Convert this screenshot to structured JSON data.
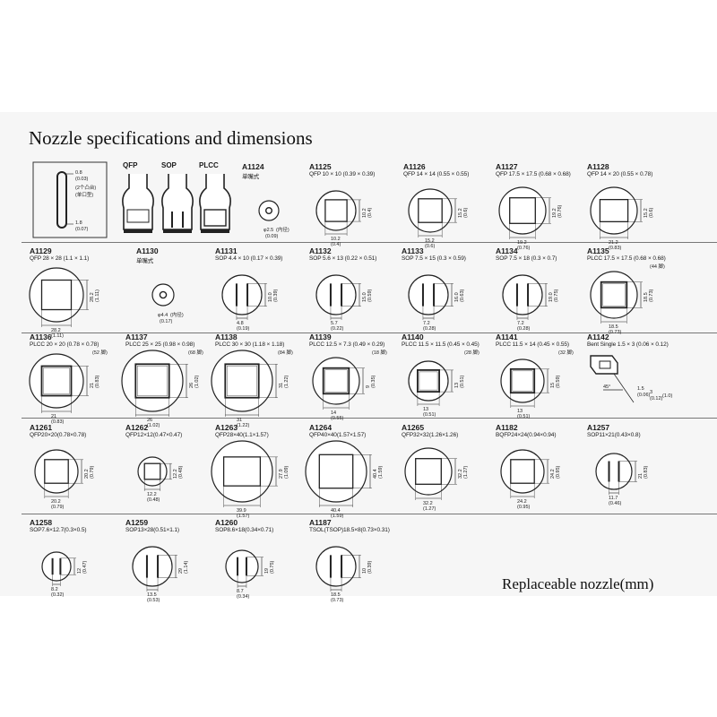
{
  "page": {
    "title": "Nozzle specifications and dimensions",
    "footer": "Replaceable nozzle(mm)"
  },
  "legend": {
    "box_lines": [
      "0.8",
      "(0.03)",
      "(2个凸台)",
      "(单口型)",
      "1.8",
      "(0.07)"
    ],
    "types": [
      "QFP",
      "SOP",
      "PLCC"
    ]
  },
  "nozzles": [
    {
      "code": "A1124",
      "spec": "单嘴式",
      "shape": "round",
      "dims": [
        "φ2.5",
        "(内径)",
        "(0.09)"
      ]
    },
    {
      "code": "A1125",
      "spec": "QFP 10 × 10 (0.39 × 0.39)",
      "shape": "square",
      "dims": [
        "10.2",
        "(0.4)",
        "10.2",
        "(0.4)"
      ]
    },
    {
      "code": "A1126",
      "spec": "QFP 14 × 14 (0.55 × 0.55)",
      "shape": "square",
      "dims": [
        "15.2",
        "(0.6)",
        "15.2",
        "(0.6)"
      ]
    },
    {
      "code": "A1127",
      "spec": "QFP 17.5 × 17.5 (0.68 × 0.68)",
      "shape": "square",
      "dims": [
        "19.2",
        "(0.76)",
        "19.2",
        "(0.76)"
      ]
    },
    {
      "code": "A1128",
      "spec": "QFP 14 × 20 (0.55 × 0.78)",
      "shape": "rect",
      "dims": [
        "21.2",
        "(0.83)",
        "15.2",
        "(0.6)"
      ]
    },
    {
      "code": "A1129",
      "spec": "QFP 28 × 28 (1.1 × 1.1)",
      "shape": "square",
      "dims": [
        "28.2",
        "(1.11)",
        "28.2",
        "(1.11)"
      ]
    },
    {
      "code": "A1130",
      "spec": "单嘴式",
      "shape": "round",
      "dims": [
        "φ4.4",
        "(内径)",
        "(0.17)"
      ]
    },
    {
      "code": "A1131",
      "spec": "SOP 4.4 × 10 (0.17 × 0.39)",
      "shape": "sop",
      "dims": [
        "4.8",
        "(0.19)",
        "10.0",
        "(0.39)"
      ]
    },
    {
      "code": "A1132",
      "spec": "SOP 5.6 × 13 (0.22 × 0.51)",
      "shape": "sop",
      "dims": [
        "5.7",
        "(0.22)",
        "15.0",
        "(0.59)"
      ]
    },
    {
      "code": "A1133",
      "spec": "SOP 7.5 × 15 (0.3 × 0.59)",
      "shape": "sop",
      "dims": [
        "7.2",
        "(0.28)",
        "16.0",
        "(0.63)"
      ]
    },
    {
      "code": "A1134",
      "spec": "SOP 7.5 × 18 (0.3 × 0.7)",
      "shape": "sop",
      "dims": [
        "7.2",
        "(0.28)",
        "19.0",
        "(0.75)"
      ]
    },
    {
      "code": "A1135",
      "spec": "PLCC 17.5 × 17.5 (0.68 × 0.68)",
      "spec2": "(44 脚)",
      "shape": "plcc",
      "dims": [
        "18.5",
        "(0.73)",
        "18.5",
        "(0.73)"
      ]
    },
    {
      "code": "A1136",
      "spec": "PLCC 20 × 20 (0.78 × 0.78)",
      "spec2": "(52 脚)",
      "shape": "plcc",
      "dims": [
        "21",
        "(0.83)",
        "21",
        "(0.83)"
      ]
    },
    {
      "code": "A1137",
      "spec": "PLCC 25 × 25 (0.98 × 0.98)",
      "spec2": "(68 脚)",
      "shape": "plcc",
      "dims": [
        "26",
        "(1.02)",
        "26",
        "(1.02)"
      ]
    },
    {
      "code": "A1138",
      "spec": "PLCC 30 × 30 (1.18 × 1.18)",
      "spec2": "(84 脚)",
      "shape": "plcc",
      "dims": [
        "31",
        "(1.22)",
        "31",
        "(1.22)"
      ]
    },
    {
      "code": "A1139",
      "spec": "PLCC 12.5 × 7.3 (0.49 × 0.29)",
      "spec2": "(18 脚)",
      "shape": "plcc",
      "dims": [
        "14",
        "(0.55)",
        "9",
        "(0.35)"
      ]
    },
    {
      "code": "A1140",
      "spec": "PLCC 11.5 × 11.5 (0.45 × 0.45)",
      "spec2": "(28 脚)",
      "shape": "plcc",
      "dims": [
        "13",
        "(0.51)",
        "13",
        "(0.51)"
      ]
    },
    {
      "code": "A1141",
      "spec": "PLCC 11.5 × 14 (0.45 × 0.55)",
      "spec2": "(32 脚)",
      "shape": "plcc",
      "dims": [
        "13",
        "(0.51)",
        "15",
        "(0.59)"
      ]
    },
    {
      "code": "A1142",
      "spec": "Bent Single 1.5 × 3 (0.06 × 0.12)",
      "shape": "bent",
      "dims": [
        "45°",
        "1.5",
        "(0.06)",
        "3",
        "(0.12)",
        "(1.0)"
      ]
    },
    {
      "code": "A1261",
      "spec": "QFP20×20(0.78×0.78)",
      "shape": "square",
      "dims": [
        "20.2",
        "(0.79)",
        "20.2",
        "(0.79)"
      ]
    },
    {
      "code": "A1262",
      "spec": "QFP12×12(0.47×0.47)",
      "shape": "small",
      "dims": [
        "12.2",
        "(0.48)",
        "12.2",
        "(0.48)"
      ]
    },
    {
      "code": "A1263",
      "spec": "QFP28×40(1.1×1.57)",
      "shape": "rect",
      "dims": [
        "39.9",
        "(1.57)",
        "27.9",
        "(1.09)"
      ]
    },
    {
      "code": "A1264",
      "spec": "QFP40×40(1.57×1.57)",
      "shape": "square",
      "dims": [
        "40.4",
        "(1.59)",
        "40.4",
        "(1.59)"
      ]
    },
    {
      "code": "A1265",
      "spec": "QFP32×32(1.26×1.26)",
      "shape": "square",
      "dims": [
        "32.2",
        "(1.27)",
        "32.2",
        "(1.27)"
      ]
    },
    {
      "code": "A1182",
      "spec": "BQFP24×24(0.94×0.94)",
      "shape": "square",
      "dims": [
        "24.2",
        "(0.95)",
        "24.2",
        "(0.95)"
      ]
    },
    {
      "code": "A1257",
      "spec": "SOP11×21(0.43×0.8)",
      "shape": "sop",
      "dims": [
        "11.7",
        "(0.46)",
        "21",
        "(0.83)"
      ]
    },
    {
      "code": "A1258",
      "spec": "SOP7.6×12.7(0.3×0.5)",
      "shape": "sop",
      "dims": [
        "8.2",
        "(0.32)",
        "12",
        "(0.47)"
      ]
    },
    {
      "code": "A1259",
      "spec": "SOP13×28(0.51×1.1)",
      "shape": "sop",
      "dims": [
        "13.5",
        "(0.53)",
        "29",
        "(1.14)"
      ]
    },
    {
      "code": "A1260",
      "spec": "SOP8.6×18(0.34×0.71)",
      "shape": "sop",
      "dims": [
        "8.7",
        "(0.34)",
        "19",
        "(0.75)"
      ]
    },
    {
      "code": "A1187",
      "spec": "TSOL(TSOP)18.5×8(0.73×0.31)",
      "shape": "tsop",
      "dims": [
        "18.5",
        "(0.73)",
        "10",
        "(0.39)"
      ]
    }
  ]
}
